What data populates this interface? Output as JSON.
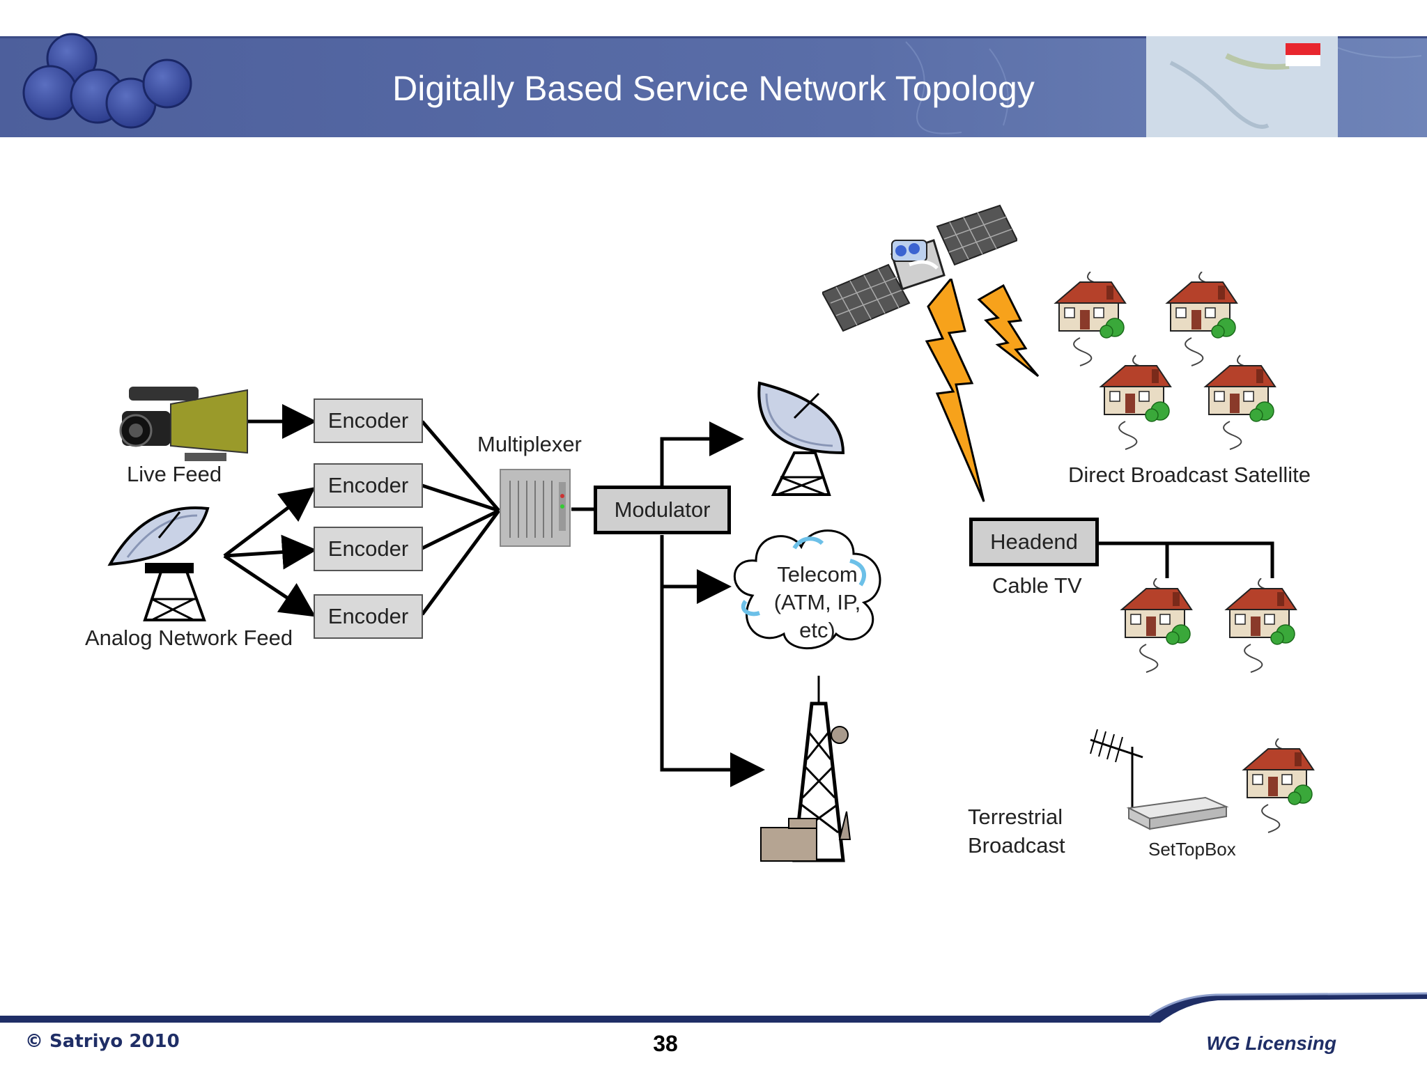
{
  "header": {
    "title": "Digitally Based Service Network Topology",
    "bg_color": "#4a5d9a",
    "flag_colors": [
      "#e8262e",
      "#ffffff"
    ]
  },
  "sources": {
    "live_feed_label": "Live Feed",
    "analog_feed_label": "Analog Network Feed"
  },
  "encoders": [
    "Encoder",
    "Encoder",
    "Encoder",
    "Encoder"
  ],
  "multiplexer_label": "Multiplexer",
  "modulator_label": "Modulator",
  "telecom_label": [
    "Telecom",
    "(ATM, IP,",
    "etc)"
  ],
  "headend_label": "Headend",
  "cable_tv_label": "Cable TV",
  "dbs_label": "Direct Broadcast Satellite",
  "terrestrial_label": [
    "Terrestrial",
    "Broadcast"
  ],
  "settopbox_label": "SetTopBox",
  "footer": {
    "copyright": "© Satriyo 2010",
    "page_number": "38",
    "right": "WG Licensing"
  },
  "colors": {
    "lightning": "#f7a21b",
    "house_roof": "#b5412a",
    "tree": "#3aa83a",
    "footer_bar": "#1f2e66"
  }
}
